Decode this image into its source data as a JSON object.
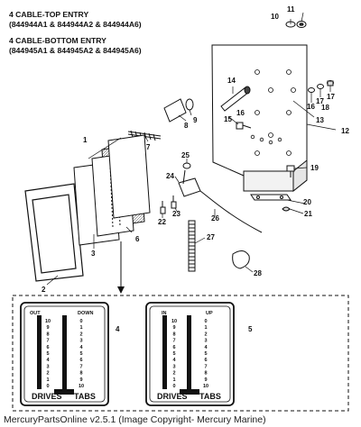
{
  "header": {
    "title1": "4 CABLE-TOP ENTRY",
    "sub1": "(844944A1 & 844944A2 & 844944A6)",
    "title2": "4 CABLE-BOTTOM ENTRY",
    "sub2": "(844945A1 & 844945A2 & 844945A6)"
  },
  "callouts": [
    "1",
    "2",
    "3",
    "4",
    "5",
    "6",
    "7",
    "8",
    "9",
    "10",
    "11",
    "12",
    "13",
    "14",
    "15",
    "16",
    "17",
    "18",
    "19",
    "20",
    "21",
    "22",
    "23",
    "24",
    "25",
    "26",
    "27",
    "28"
  ],
  "panel_left": {
    "col1_header": "OUT",
    "col2_header": "DOWN",
    "scale_col1": [
      "10",
      "9",
      "8",
      "7",
      "6",
      "5",
      "4",
      "3",
      "2",
      "1",
      "0"
    ],
    "scale_col2": [
      "0",
      "1",
      "2",
      "3",
      "4",
      "5",
      "6",
      "7",
      "8",
      "9",
      "10"
    ],
    "footer_left": "DRIVES",
    "footer_right": "TABS"
  },
  "panel_right": {
    "col1_header": "IN",
    "col2_header": "UP",
    "scale_col1": [
      "10",
      "9",
      "8",
      "7",
      "6",
      "5",
      "4",
      "3",
      "2",
      "1",
      "0"
    ],
    "scale_col2": [
      "0",
      "1",
      "2",
      "3",
      "4",
      "5",
      "6",
      "7",
      "8",
      "9",
      "10"
    ],
    "footer_left": "DRIVES",
    "footer_right": "TABS"
  },
  "footer": "MercuryPartsOnline v2.5.1 (Image Copyright- Mercury Marine)"
}
